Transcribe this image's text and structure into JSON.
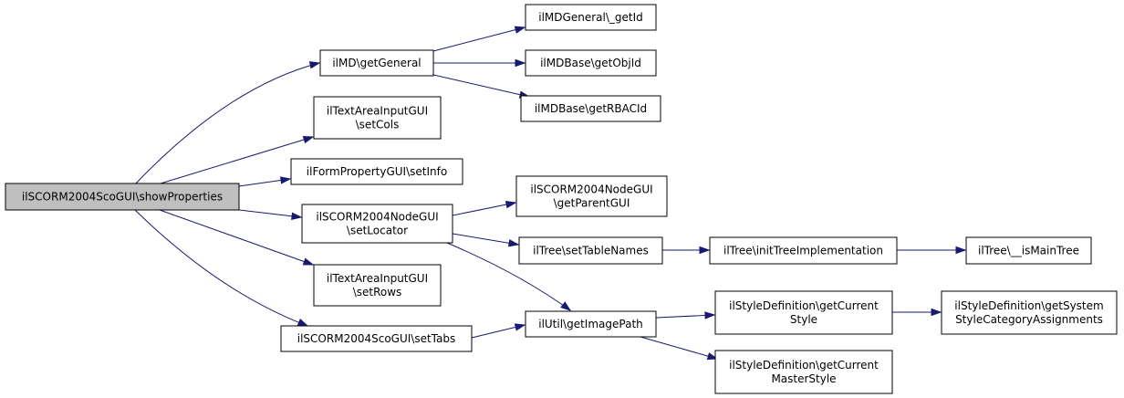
{
  "nodes": {
    "root": {
      "lines": [
        "ilSCORM2004ScoGUI\\showProperties"
      ]
    },
    "md_getGeneral": {
      "lines": [
        "ilMD\\getGeneral"
      ]
    },
    "mdgeneral_getId": {
      "lines": [
        "ilMDGeneral\\_getId"
      ]
    },
    "mdbase_getObjId": {
      "lines": [
        "ilMDBase\\getObjId"
      ]
    },
    "mdbase_getRBACId": {
      "lines": [
        "ilMDBase\\getRBACId"
      ]
    },
    "textarea_setCols": {
      "lines": [
        "ilTextAreaInputGUI",
        "\\setCols"
      ]
    },
    "formprop_setInfo": {
      "lines": [
        "ilFormPropertyGUI\\setInfo"
      ]
    },
    "nodegui_setLocator": {
      "lines": [
        "ilSCORM2004NodeGUI",
        "\\setLocator"
      ]
    },
    "nodegui_getParentGUI": {
      "lines": [
        "ilSCORM2004NodeGUI",
        "\\getParentGUI"
      ]
    },
    "tree_setTableNames": {
      "lines": [
        "ilTree\\setTableNames"
      ]
    },
    "tree_initTreeImplementation": {
      "lines": [
        "ilTree\\initTreeImplementation"
      ]
    },
    "tree_isMainTree": {
      "lines": [
        "ilTree\\__isMainTree"
      ]
    },
    "textarea_setRows": {
      "lines": [
        "ilTextAreaInputGUI",
        "\\setRows"
      ]
    },
    "scogui_setTabs": {
      "lines": [
        "ilSCORM2004ScoGUI\\setTabs"
      ]
    },
    "util_getImagePath": {
      "lines": [
        "ilUtil\\getImagePath"
      ]
    },
    "style_getCurrentStyle": {
      "lines": [
        "ilStyleDefinition\\getCurrent",
        "Style"
      ]
    },
    "style_getSystemStyleCat": {
      "lines": [
        "ilStyleDefinition\\getSystem",
        "StyleCategoryAssignments"
      ]
    },
    "style_getCurrentMasterStyle": {
      "lines": [
        "ilStyleDefinition\\getCurrent",
        "MasterStyle"
      ]
    }
  },
  "edges": [
    [
      "root",
      "md_getGeneral"
    ],
    [
      "root",
      "textarea_setCols"
    ],
    [
      "root",
      "formprop_setInfo"
    ],
    [
      "root",
      "nodegui_setLocator"
    ],
    [
      "root",
      "textarea_setRows"
    ],
    [
      "root",
      "scogui_setTabs"
    ],
    [
      "md_getGeneral",
      "mdgeneral_getId"
    ],
    [
      "md_getGeneral",
      "mdbase_getObjId"
    ],
    [
      "md_getGeneral",
      "mdbase_getRBACId"
    ],
    [
      "nodegui_setLocator",
      "nodegui_getParentGUI"
    ],
    [
      "nodegui_setLocator",
      "tree_setTableNames"
    ],
    [
      "nodegui_setLocator",
      "util_getImagePath"
    ],
    [
      "tree_setTableNames",
      "tree_initTreeImplementation"
    ],
    [
      "tree_initTreeImplementation",
      "tree_isMainTree"
    ],
    [
      "scogui_setTabs",
      "util_getImagePath"
    ],
    [
      "util_getImagePath",
      "style_getCurrentStyle"
    ],
    [
      "util_getImagePath",
      "style_getCurrentMasterStyle"
    ],
    [
      "style_getCurrentStyle",
      "style_getSystemStyleCat"
    ]
  ],
  "colors": {
    "edge": "#191970",
    "root_fill": "#bfbfbf",
    "node_fill": "#ffffff",
    "node_stroke": "#000000"
  }
}
